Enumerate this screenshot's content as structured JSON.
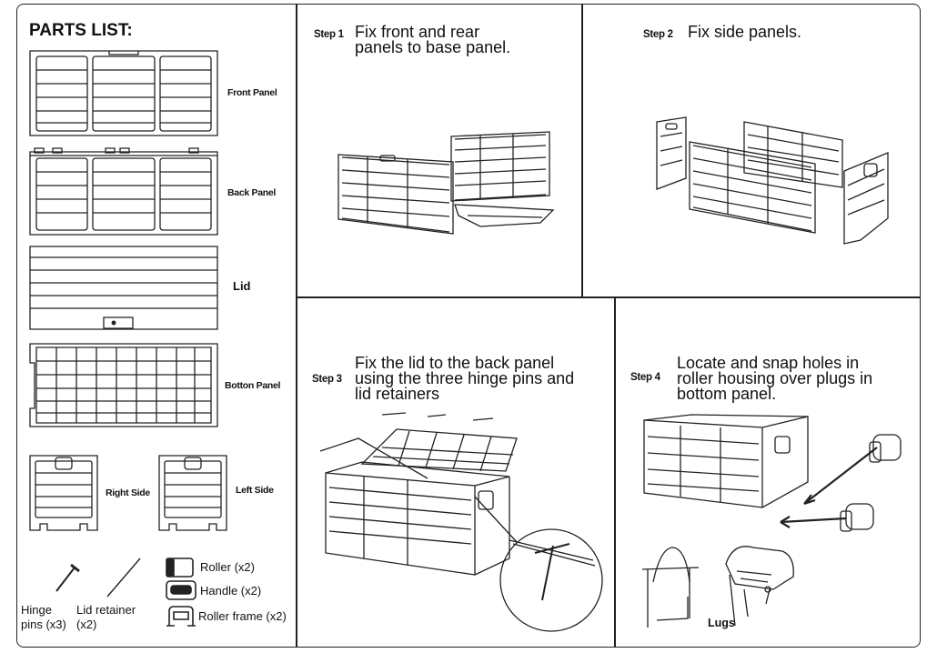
{
  "parts": {
    "title": "PARTS LIST:",
    "front_panel": "Front Panel",
    "back_panel": "Back Panel",
    "lid": "Lid",
    "bottom_panel": "Botton Panel",
    "right_side": "Right Side",
    "left_side": "Left Side",
    "hinge_pins": "Hinge\npins (x3)",
    "lid_retainer": "Lid retainer\n(x2)",
    "roller": "Roller (x2)",
    "handle": "Handle (x2)",
    "roller_frame": "Roller frame (x2)"
  },
  "steps": [
    {
      "tag": "Step 1",
      "text": "Fix front and rear\npanels to base panel."
    },
    {
      "tag": "Step 2",
      "text": "Fix side panels."
    },
    {
      "tag": "Step 3",
      "text": "Fix the lid to the back panel\nusing the three hinge pins and\nlid retainers"
    },
    {
      "tag": "Step 4",
      "text": "Locate and snap holes in\nroller housing over plugs in\nbottom panel."
    }
  ],
  "callouts": {
    "lugs": "Lugs"
  }
}
